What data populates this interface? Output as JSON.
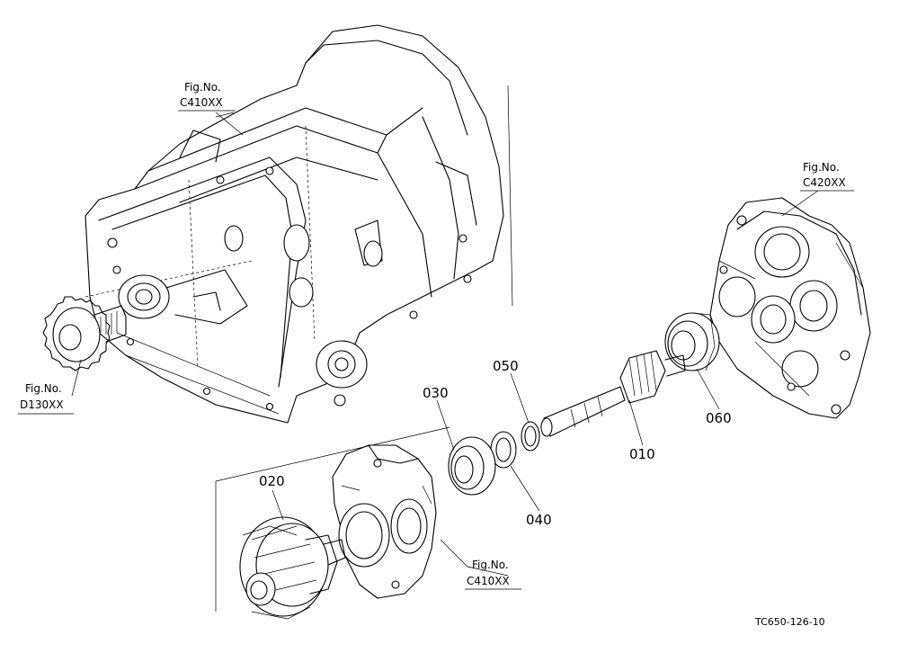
{
  "refs": {
    "upper_transmission": {
      "line1": "Fig.No.",
      "line2": "C410XX"
    },
    "rear_cover": {
      "line1": "Fig.No.",
      "line2": "C420XX"
    },
    "gear": {
      "line1": "Fig.No.",
      "line2": "D130XX"
    },
    "lower_housing": {
      "line1": "Fig.No.",
      "line2": "C410XX"
    }
  },
  "parts": {
    "p010": "010",
    "p020": "020",
    "p030": "030",
    "p040": "040",
    "p050": "050",
    "p060": "060"
  },
  "footer_code": "TC650-126-10"
}
